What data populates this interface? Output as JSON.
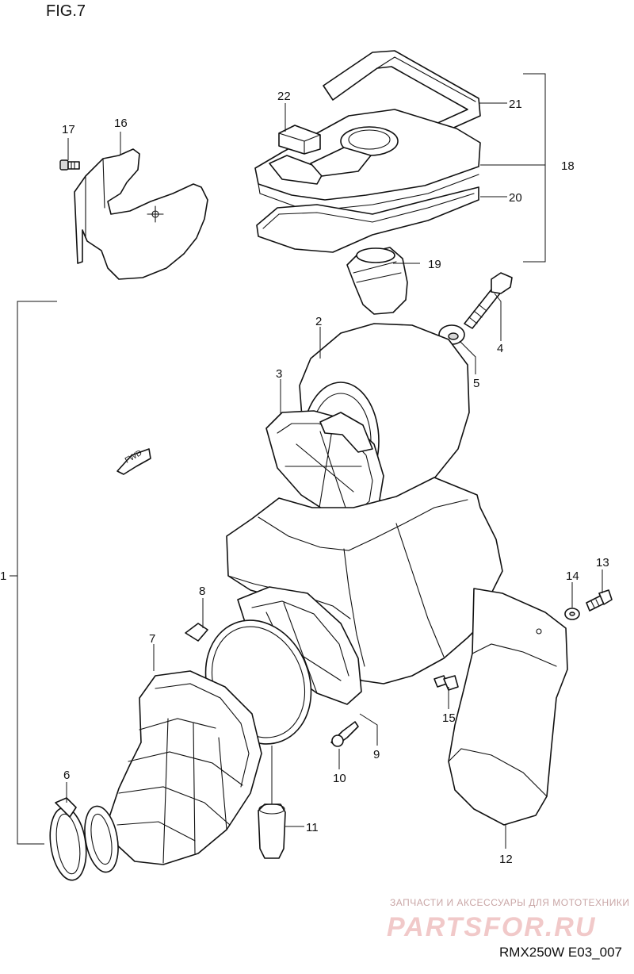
{
  "figure": {
    "title": "FIG.7",
    "code": "RMX250W E03_007"
  },
  "fwd_label": "FWD",
  "watermark": {
    "caption": "ЗАПЧАСТИ И АКСЕССУАРЫ ДЛЯ МОТОТЕХНИКИ",
    "brand": "PARTSFOR.RU"
  },
  "callouts": [
    "1",
    "2",
    "3",
    "4",
    "5",
    "6",
    "7",
    "8",
    "9",
    "10",
    "11",
    "12",
    "13",
    "14",
    "15",
    "16",
    "17",
    "18",
    "19",
    "20",
    "21",
    "22"
  ],
  "parts": [
    "clamp-band",
    "bolt",
    "filter-cage",
    "intake-tube",
    "air-cleaner-case",
    "filter-element",
    "air-duct",
    "bracket",
    "seal-ring",
    "outlet-tube",
    "drain-cap"
  ]
}
